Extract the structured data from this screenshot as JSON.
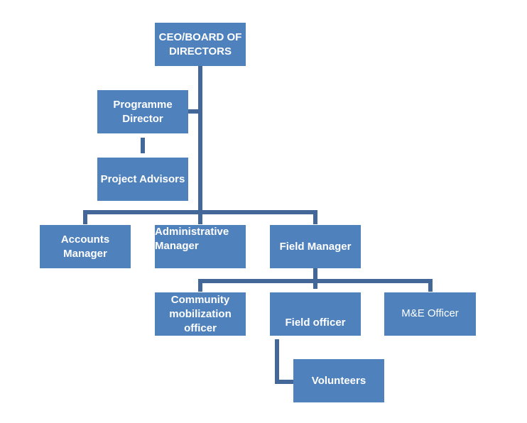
{
  "diagram": {
    "type": "org-chart",
    "colors": {
      "box_fill": "#4f81bd",
      "connector": "#44679a",
      "text": "#ffffff"
    },
    "nodes": {
      "ceo": {
        "label": "CEO/BOARD OF DIRECTORS",
        "line1": "CEO/BOARD OF",
        "line2": "DIRECTORS"
      },
      "programme_director": {
        "label": "Programme Director",
        "line1": "Programme",
        "line2": "Director",
        "reports_to": "ceo"
      },
      "project_advisors": {
        "label": "Project Advisors",
        "reports_to": "programme_director"
      },
      "accounts_manager": {
        "label": "Accounts Manager",
        "line1": "Accounts",
        "line2": "Manager",
        "reports_to": "ceo"
      },
      "administrative_manager": {
        "label": "Administrative Manager",
        "line1": "Administrative",
        "line2": "Manager",
        "reports_to": "ceo"
      },
      "field_manager": {
        "label": "Field Manager",
        "reports_to": "ceo"
      },
      "community_mobilization_officer": {
        "label": "Community mobilization officer",
        "line1": "Community",
        "line2": "mobilization",
        "line3": "officer",
        "reports_to": "field_manager"
      },
      "field_officer": {
        "label": "Field officer",
        "reports_to": "field_manager"
      },
      "me_officer": {
        "label": "M&E Officer",
        "reports_to": "field_manager"
      },
      "volunteers": {
        "label": "Volunteers",
        "reports_to": "field_officer"
      }
    }
  }
}
